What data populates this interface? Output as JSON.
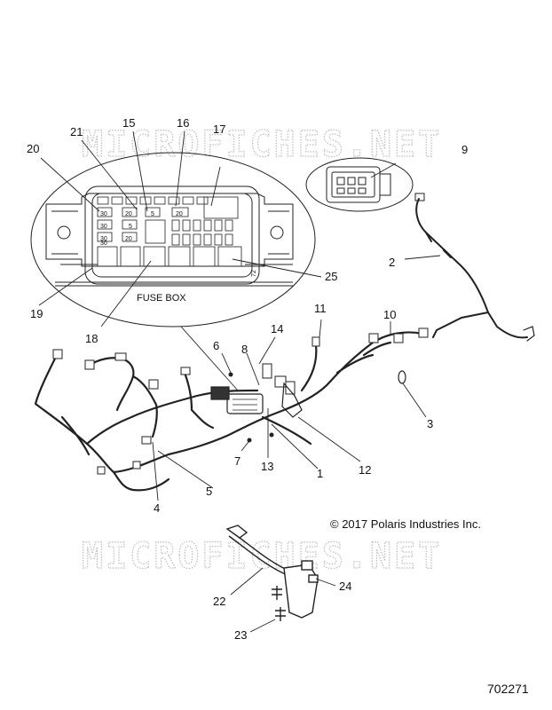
{
  "watermark": "MICROFICHES.NET",
  "fuse_box_label": "FUSE BOX",
  "copyright": "© 2017 Polaris Industries Inc.",
  "part_number": "702271",
  "fuse_values": [
    "30",
    "30",
    "30",
    "30",
    "20",
    "20",
    "5",
    "5",
    "20"
  ],
  "box_mark": "72",
  "callouts": [
    "1",
    "2",
    "3",
    "4",
    "5",
    "6",
    "7",
    "8",
    "9",
    "10",
    "11",
    "12",
    "13",
    "14",
    "15",
    "16",
    "17",
    "18",
    "19",
    "20",
    "21",
    "23",
    "22",
    "24",
    "25"
  ],
  "colors": {
    "line": "#222222",
    "watermark": "#bdbdbd"
  }
}
